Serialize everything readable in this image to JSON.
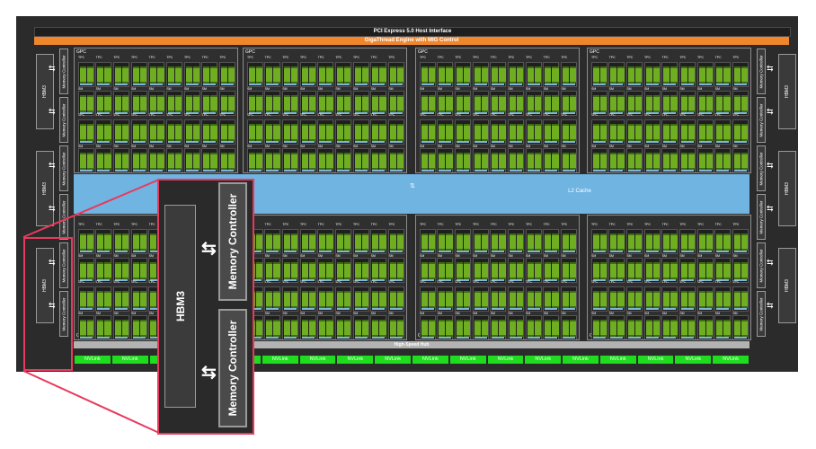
{
  "header": {
    "pci_label": "PCI Express 5.0 Host Interface",
    "gigathread_label": "GigaThread Engine with MIG Control"
  },
  "l2": {
    "label": "L2 Cache"
  },
  "gpc": {
    "label": "GPC",
    "tpc_label": "TPC",
    "sm_label": "SM"
  },
  "hbm": {
    "label": "HBM3"
  },
  "memory_controller": {
    "label": "Memory Controller"
  },
  "hub": {
    "label": "High-Speed Hub"
  },
  "nvlink": {
    "label": "NVLink"
  },
  "zoom": {
    "hbm_label": "HBM3",
    "mc_top_label": "Memory Controller",
    "mc_bottom_label": "Memory Controller"
  },
  "colors": {
    "chip_bg": "#2b2b2b",
    "gigathread": "#f0862c",
    "l2_cache": "#70b4e2",
    "sm_core_green": "#6fae21",
    "nvlink_green": "#1fdc1f",
    "callout_red": "#e83a5c"
  },
  "icons": [
    "bidirectional-arrow-icon"
  ]
}
